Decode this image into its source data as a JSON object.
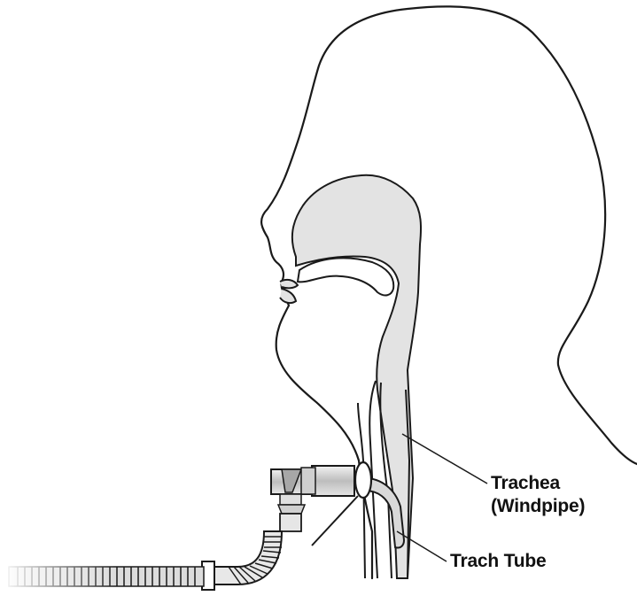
{
  "labels": {
    "trachea_line1": "Trachea",
    "trachea_line2": "(Windpipe)",
    "trach_tube": "Trach Tube"
  },
  "colors": {
    "outline": "#1a1a1a",
    "airway_fill": "#e3e3e3",
    "tube_fill": "#d9d9d9",
    "connector_dark": "#9a9a9a"
  },
  "icons": {
    "tubing_fade": "gradient-fade"
  }
}
